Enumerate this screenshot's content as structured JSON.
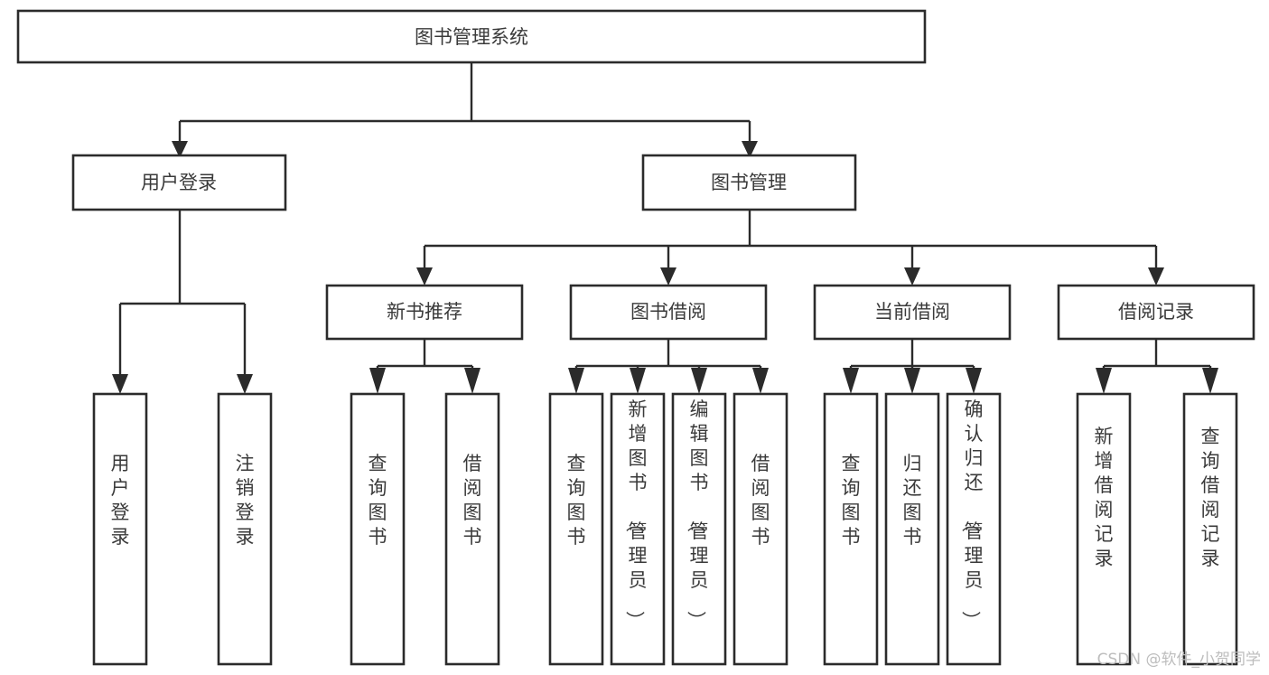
{
  "diagram": {
    "type": "tree-hierarchy",
    "title": "图书管理系统",
    "root": {
      "id": "root",
      "label": "图书管理系统",
      "orientation": "horizontal"
    },
    "level2": [
      {
        "id": "user-login",
        "label": "用户登录",
        "orientation": "horizontal"
      },
      {
        "id": "book-manage",
        "label": "图书管理",
        "orientation": "horizontal"
      }
    ],
    "level3": [
      {
        "id": "new-book-rec",
        "label": "新书推荐",
        "orientation": "horizontal",
        "parent": "book-manage"
      },
      {
        "id": "book-borrow",
        "label": "图书借阅",
        "orientation": "horizontal",
        "parent": "book-manage"
      },
      {
        "id": "current-borrow",
        "label": "当前借阅",
        "orientation": "horizontal",
        "parent": "book-manage"
      },
      {
        "id": "borrow-record",
        "label": "借阅记录",
        "orientation": "horizontal",
        "parent": "book-manage"
      }
    ],
    "leaves": [
      {
        "id": "leaf-user-login",
        "label": "用户登录",
        "parent": "user-login",
        "orientation": "vertical"
      },
      {
        "id": "leaf-user-logout",
        "label": "注销登录",
        "parent": "user-login",
        "orientation": "vertical"
      },
      {
        "id": "leaf-query-book-1",
        "label": "查询图书",
        "parent": "new-book-rec",
        "orientation": "vertical"
      },
      {
        "id": "leaf-borrow-book-1",
        "label": "借阅图书",
        "parent": "new-book-rec",
        "orientation": "vertical"
      },
      {
        "id": "leaf-query-book-2",
        "label": "查询图书",
        "parent": "book-borrow",
        "orientation": "vertical"
      },
      {
        "id": "leaf-add-book",
        "label": "新增图书（管理员）",
        "parent": "book-borrow",
        "orientation": "vertical"
      },
      {
        "id": "leaf-edit-book",
        "label": "编辑图书（管理员）",
        "parent": "book-borrow",
        "orientation": "vertical"
      },
      {
        "id": "leaf-borrow-book-2",
        "label": "借阅图书",
        "parent": "book-borrow",
        "orientation": "vertical"
      },
      {
        "id": "leaf-query-book-3",
        "label": "查询图书",
        "parent": "current-borrow",
        "orientation": "vertical"
      },
      {
        "id": "leaf-return-book",
        "label": "归还图书",
        "parent": "current-borrow",
        "orientation": "vertical"
      },
      {
        "id": "leaf-confirm-return",
        "label": "确认归还（管理员）",
        "parent": "current-borrow",
        "orientation": "vertical"
      },
      {
        "id": "leaf-add-record",
        "label": "新增借阅记录",
        "parent": "borrow-record",
        "orientation": "vertical"
      },
      {
        "id": "leaf-query-record",
        "label": "查询借阅记录",
        "parent": "borrow-record",
        "orientation": "vertical"
      }
    ],
    "colors": {
      "box_fill": "#ffffff",
      "box_stroke": "#2b2b2b",
      "text": "#3a3a3a",
      "connector": "#2b2b2b",
      "background": "#ffffff",
      "watermark": "#bdbdbd"
    }
  },
  "watermark": {
    "text": "CSDN @软件_小贺同学"
  }
}
